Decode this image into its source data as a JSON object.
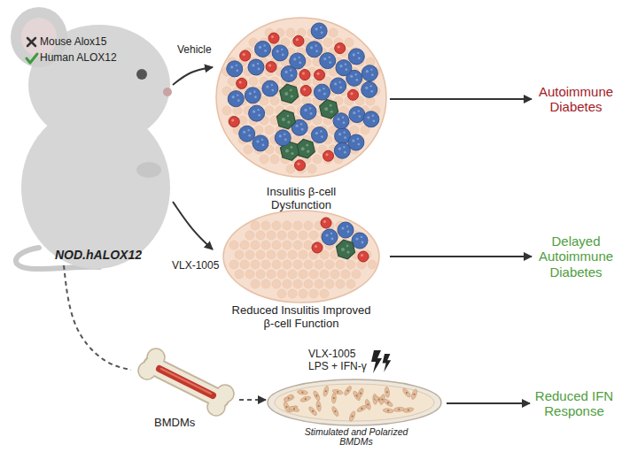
{
  "diagram": {
    "nodes": [
      {
        "text": [
          "Mouse Alox15",
          "Human ALOX12",
          "NOD.hALOX12"
        ]
      },
      {
        "text": [
          "Insulitis β-cell Dysfunction"
        ]
      },
      {
        "text": [
          "Autoimmune Diabetes"
        ]
      },
      {
        "text": [
          "Reduced Insulitis Improved β-cell Function"
        ]
      },
      {
        "text": [
          "Delayed Autoimmune Diabetes"
        ]
      },
      {
        "text": [
          "BMDMs"
        ]
      },
      {
        "text": [
          "VLX-1005",
          "LPS + IFN-γ",
          "Stimulated and Polarized BMDMs"
        ]
      },
      {
        "text": [
          "Reduced IFN Response"
        ]
      }
    ],
    "edges": [
      {
        "from": 0,
        "to": 1,
        "label": "Vehicle",
        "arrow": "to"
      },
      {
        "from": 1,
        "to": 2,
        "arrow": "to"
      },
      {
        "from": 0,
        "to": 3,
        "label": "VLX-1005",
        "arrow": "to"
      },
      {
        "from": 3,
        "to": 4,
        "arrow": "to"
      },
      {
        "from": 0,
        "to": 5,
        "arrow": "none"
      },
      {
        "from": 5,
        "to": 6,
        "arrow": "to"
      },
      {
        "from": 6,
        "to": 7,
        "arrow": "to"
      }
    ]
  }
}
